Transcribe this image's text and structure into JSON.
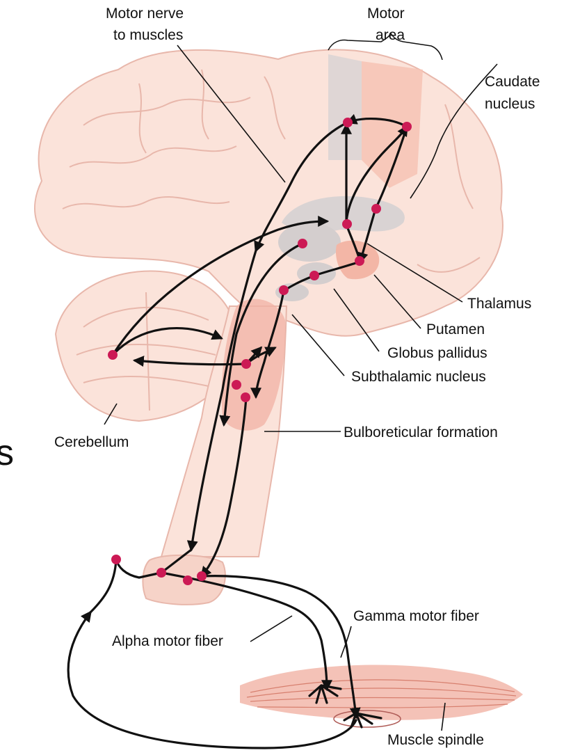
{
  "labels": {
    "motor_nerve_line1": "Motor nerve",
    "motor_nerve_line2": "to muscles",
    "motor_area_line1": "Motor",
    "motor_area_line2": "area",
    "caudate_line1": "Caudate",
    "caudate_line2": "nucleus",
    "thalamus": "Thalamus",
    "putamen": "Putamen",
    "globus_pallidus": "Globus pallidus",
    "subthalamic": "Subthalamic nucleus",
    "bulboreticular": "Bulboreticular formation",
    "cerebellum": "Cerebellum",
    "gamma_fiber": "Gamma motor fiber",
    "alpha_fiber": "Alpha motor fiber",
    "muscle_spindle": "Muscle spindle",
    "edge_glyph": "s"
  },
  "colors": {
    "brain_fill": "#fbe3da",
    "brain_outline": "#e8b7ab",
    "gray_area": "#d9d3d3",
    "pink_area": "#f6c3b4",
    "bulbo_fill": "#f2b1a4",
    "pathway": "#111111",
    "synapse_dot": "#cc1a55"
  }
}
